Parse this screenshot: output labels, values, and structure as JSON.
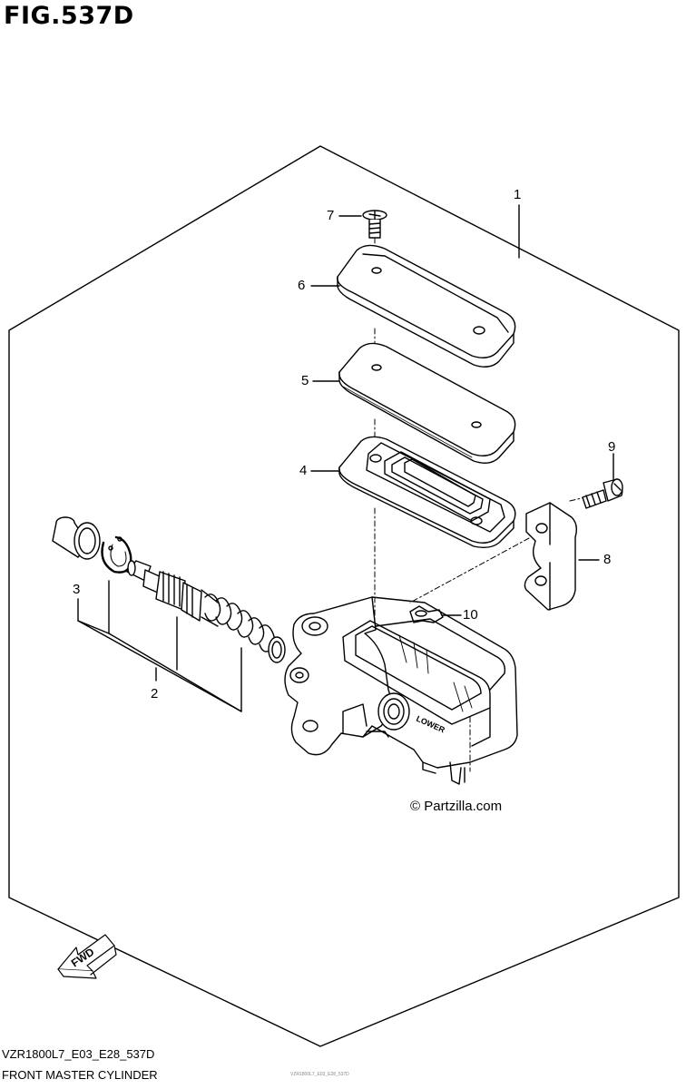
{
  "figure": {
    "title": "FIG.537D",
    "model_code": "VZR1800L7_E03_E28_537D",
    "assembly_name": "FRONT MASTER CYLINDER",
    "copyright": "© Partzilla.com",
    "fine_print": "VZR1800L7_E03_E28_537D"
  },
  "callouts": [
    {
      "id": "1",
      "label": "1"
    },
    {
      "id": "2",
      "label": "2"
    },
    {
      "id": "3",
      "label": "3"
    },
    {
      "id": "4",
      "label": "4"
    },
    {
      "id": "5",
      "label": "5"
    },
    {
      "id": "6",
      "label": "6"
    },
    {
      "id": "7",
      "label": "7"
    },
    {
      "id": "8",
      "label": "8"
    },
    {
      "id": "9",
      "label": "9"
    },
    {
      "id": "10",
      "label": "10"
    }
  ],
  "embossed": {
    "body_text": "LOWER",
    "arrow_text": "FWD"
  }
}
